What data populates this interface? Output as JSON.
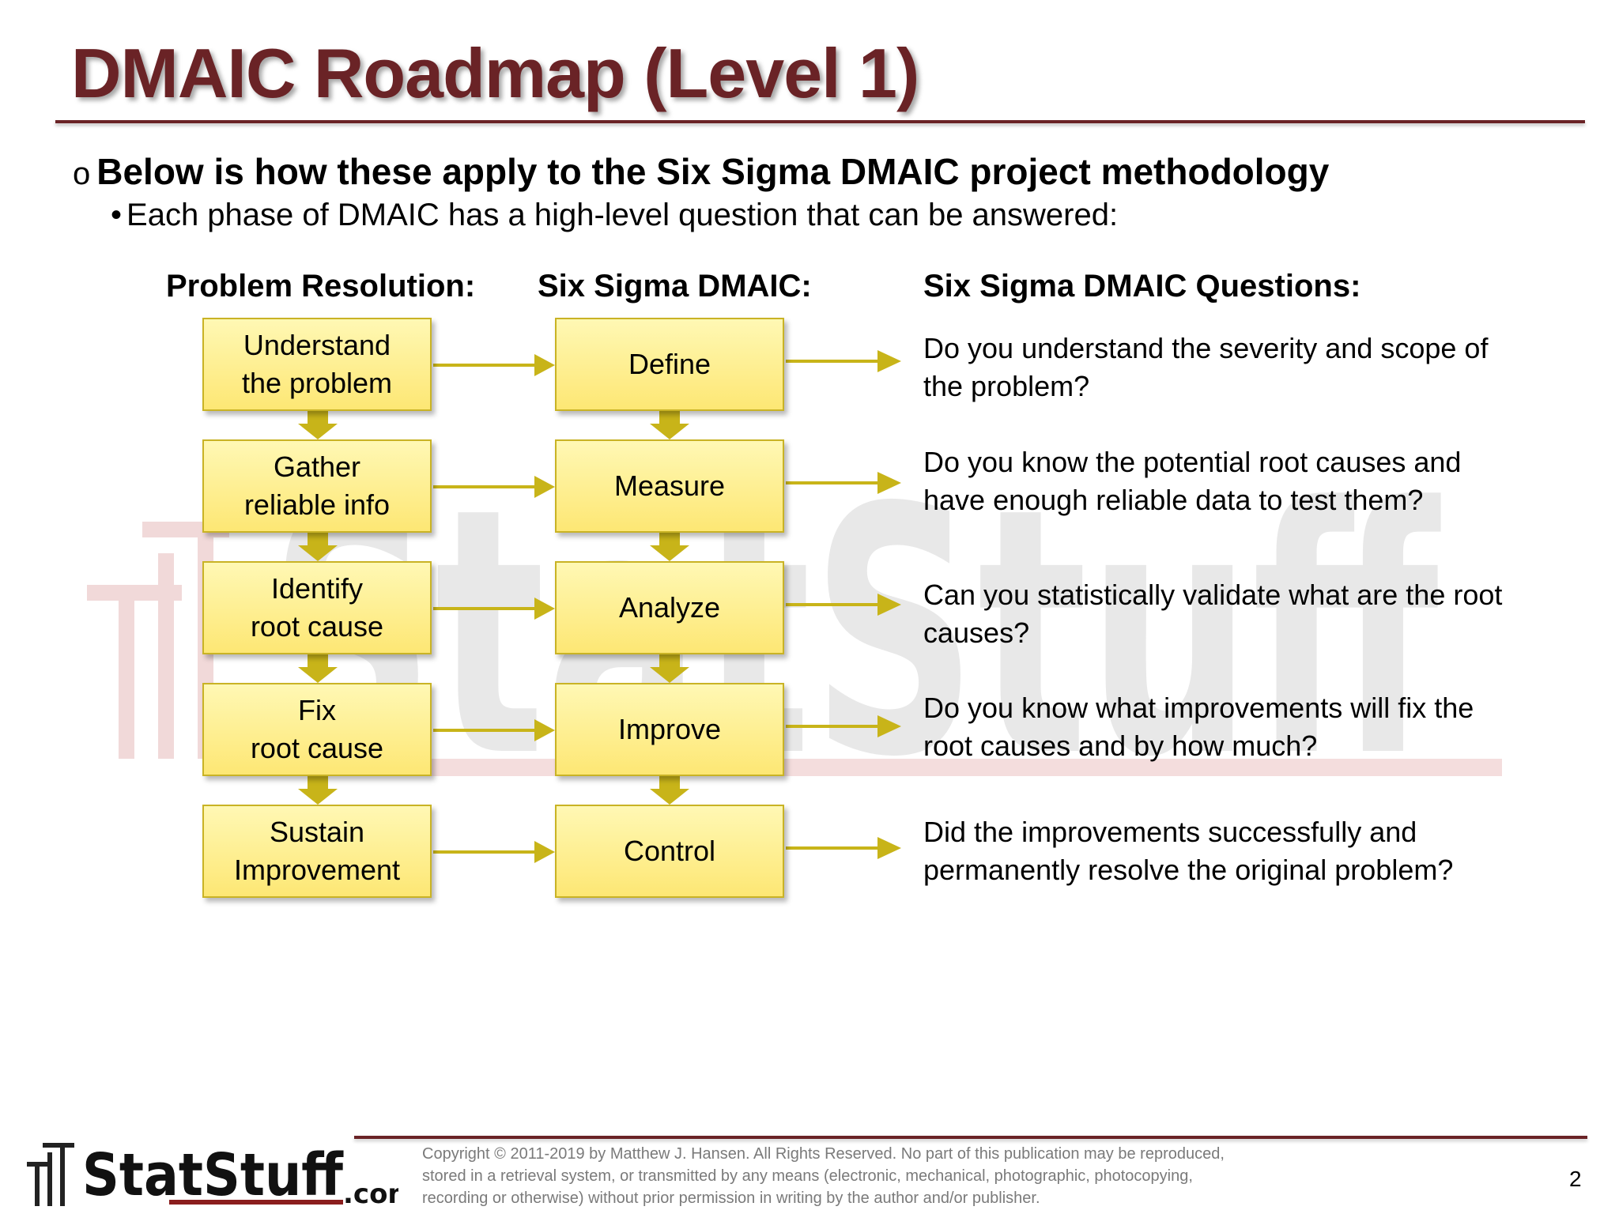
{
  "slide": {
    "title": "DMAIC Roadmap (Level 1)",
    "bullet_main_marker": "o",
    "bullet_main": "Below is how these apply to the Six Sigma DMAIC project methodology",
    "bullet_sub_marker": "•",
    "bullet_sub": "Each phase of DMAIC has a high-level question that can be answered:"
  },
  "columns": {
    "problem_resolution_header": "Problem Resolution:",
    "dmaic_header": "Six Sigma DMAIC:",
    "questions_header": "Six Sigma DMAIC Questions:"
  },
  "rows": [
    {
      "problem_line1": "Understand",
      "problem_line2": "the problem",
      "phase": "Define",
      "question": "Do you understand the severity and scope of the problem?"
    },
    {
      "problem_line1": "Gather",
      "problem_line2": "reliable info",
      "phase": "Measure",
      "question": "Do you know the potential root causes and have enough reliable data to test them?"
    },
    {
      "problem_line1": "Identify",
      "problem_line2": "root cause",
      "phase": "Analyze",
      "question": "Can you statistically validate what are the root causes?"
    },
    {
      "problem_line1": "Fix",
      "problem_line2": "root cause",
      "phase": "Improve",
      "question": "Do you know what improvements will fix the root causes and by how much?"
    },
    {
      "problem_line1": "Sustain",
      "problem_line2": "Improvement",
      "phase": "Control",
      "question": "Did the improvements successfully and permanently resolve the original problem?"
    }
  ],
  "footer": {
    "logo_text": "StatStuff",
    "logo_suffix": ".com",
    "copyright": "Copyright © 2011-2019 by Matthew J. Hansen. All Rights Reserved. No part of this publication may be reproduced, stored in a retrieval system, or transmitted by any means (electronic, mechanical, photographic, photocopying, recording or otherwise) without prior permission in writing by the author and/or publisher.",
    "page_number": "2"
  },
  "colors": {
    "title": "#6a2326",
    "box_fill": "#fde774",
    "box_border": "#c9b325",
    "arrow": "#c8b419"
  },
  "icons": {
    "right_arrow": "arrow-right-icon",
    "down_arrow": "arrow-down-icon"
  }
}
